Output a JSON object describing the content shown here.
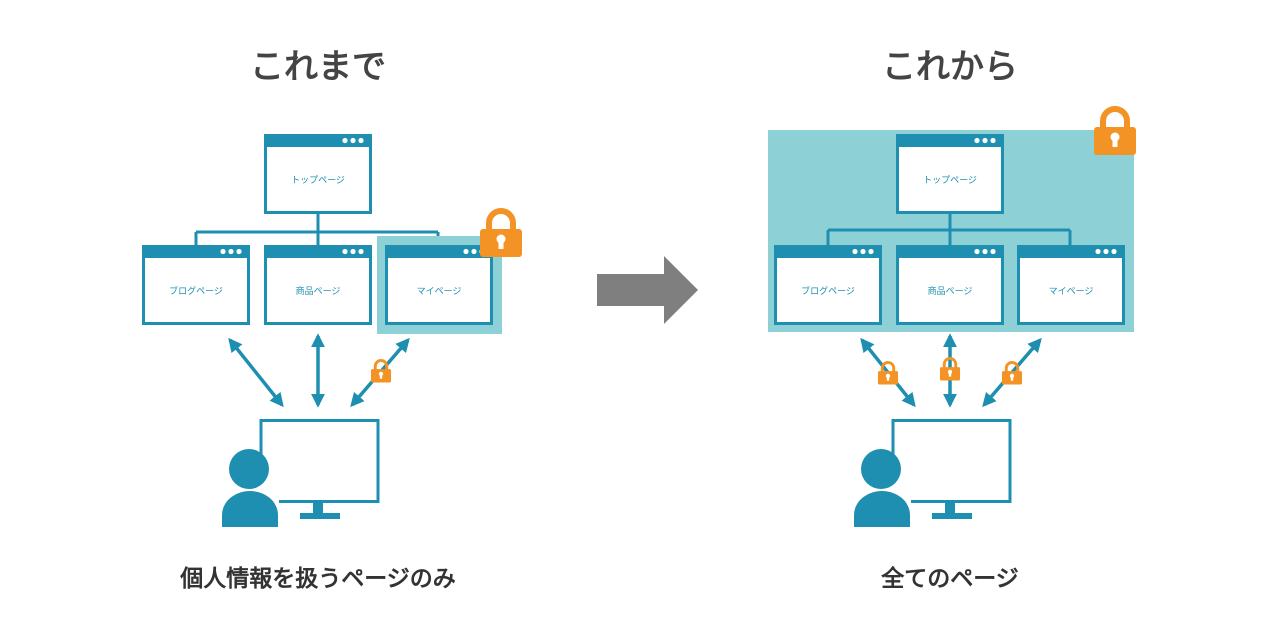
{
  "left": {
    "heading": "これまで",
    "caption": "個人情報を扱うページのみ",
    "pages": {
      "top": "トップページ",
      "blog": "ブログページ",
      "product": "商品ページ",
      "mypage": "マイページ"
    }
  },
  "right": {
    "heading": "これから",
    "caption": "全てのページ",
    "pages": {
      "top": "トップページ",
      "blog": "ブログページ",
      "product": "商品ページ",
      "mypage": "マイページ"
    }
  },
  "colors": {
    "teal": "#1e8fb0",
    "highlight": "#8dd0d6",
    "lock": "#f39325",
    "arrow": "#7f7f7f",
    "heading": "#444444"
  },
  "icons": [
    "lock-icon",
    "user-icon",
    "monitor-icon",
    "browser-window-icon",
    "transition-arrow-icon"
  ]
}
